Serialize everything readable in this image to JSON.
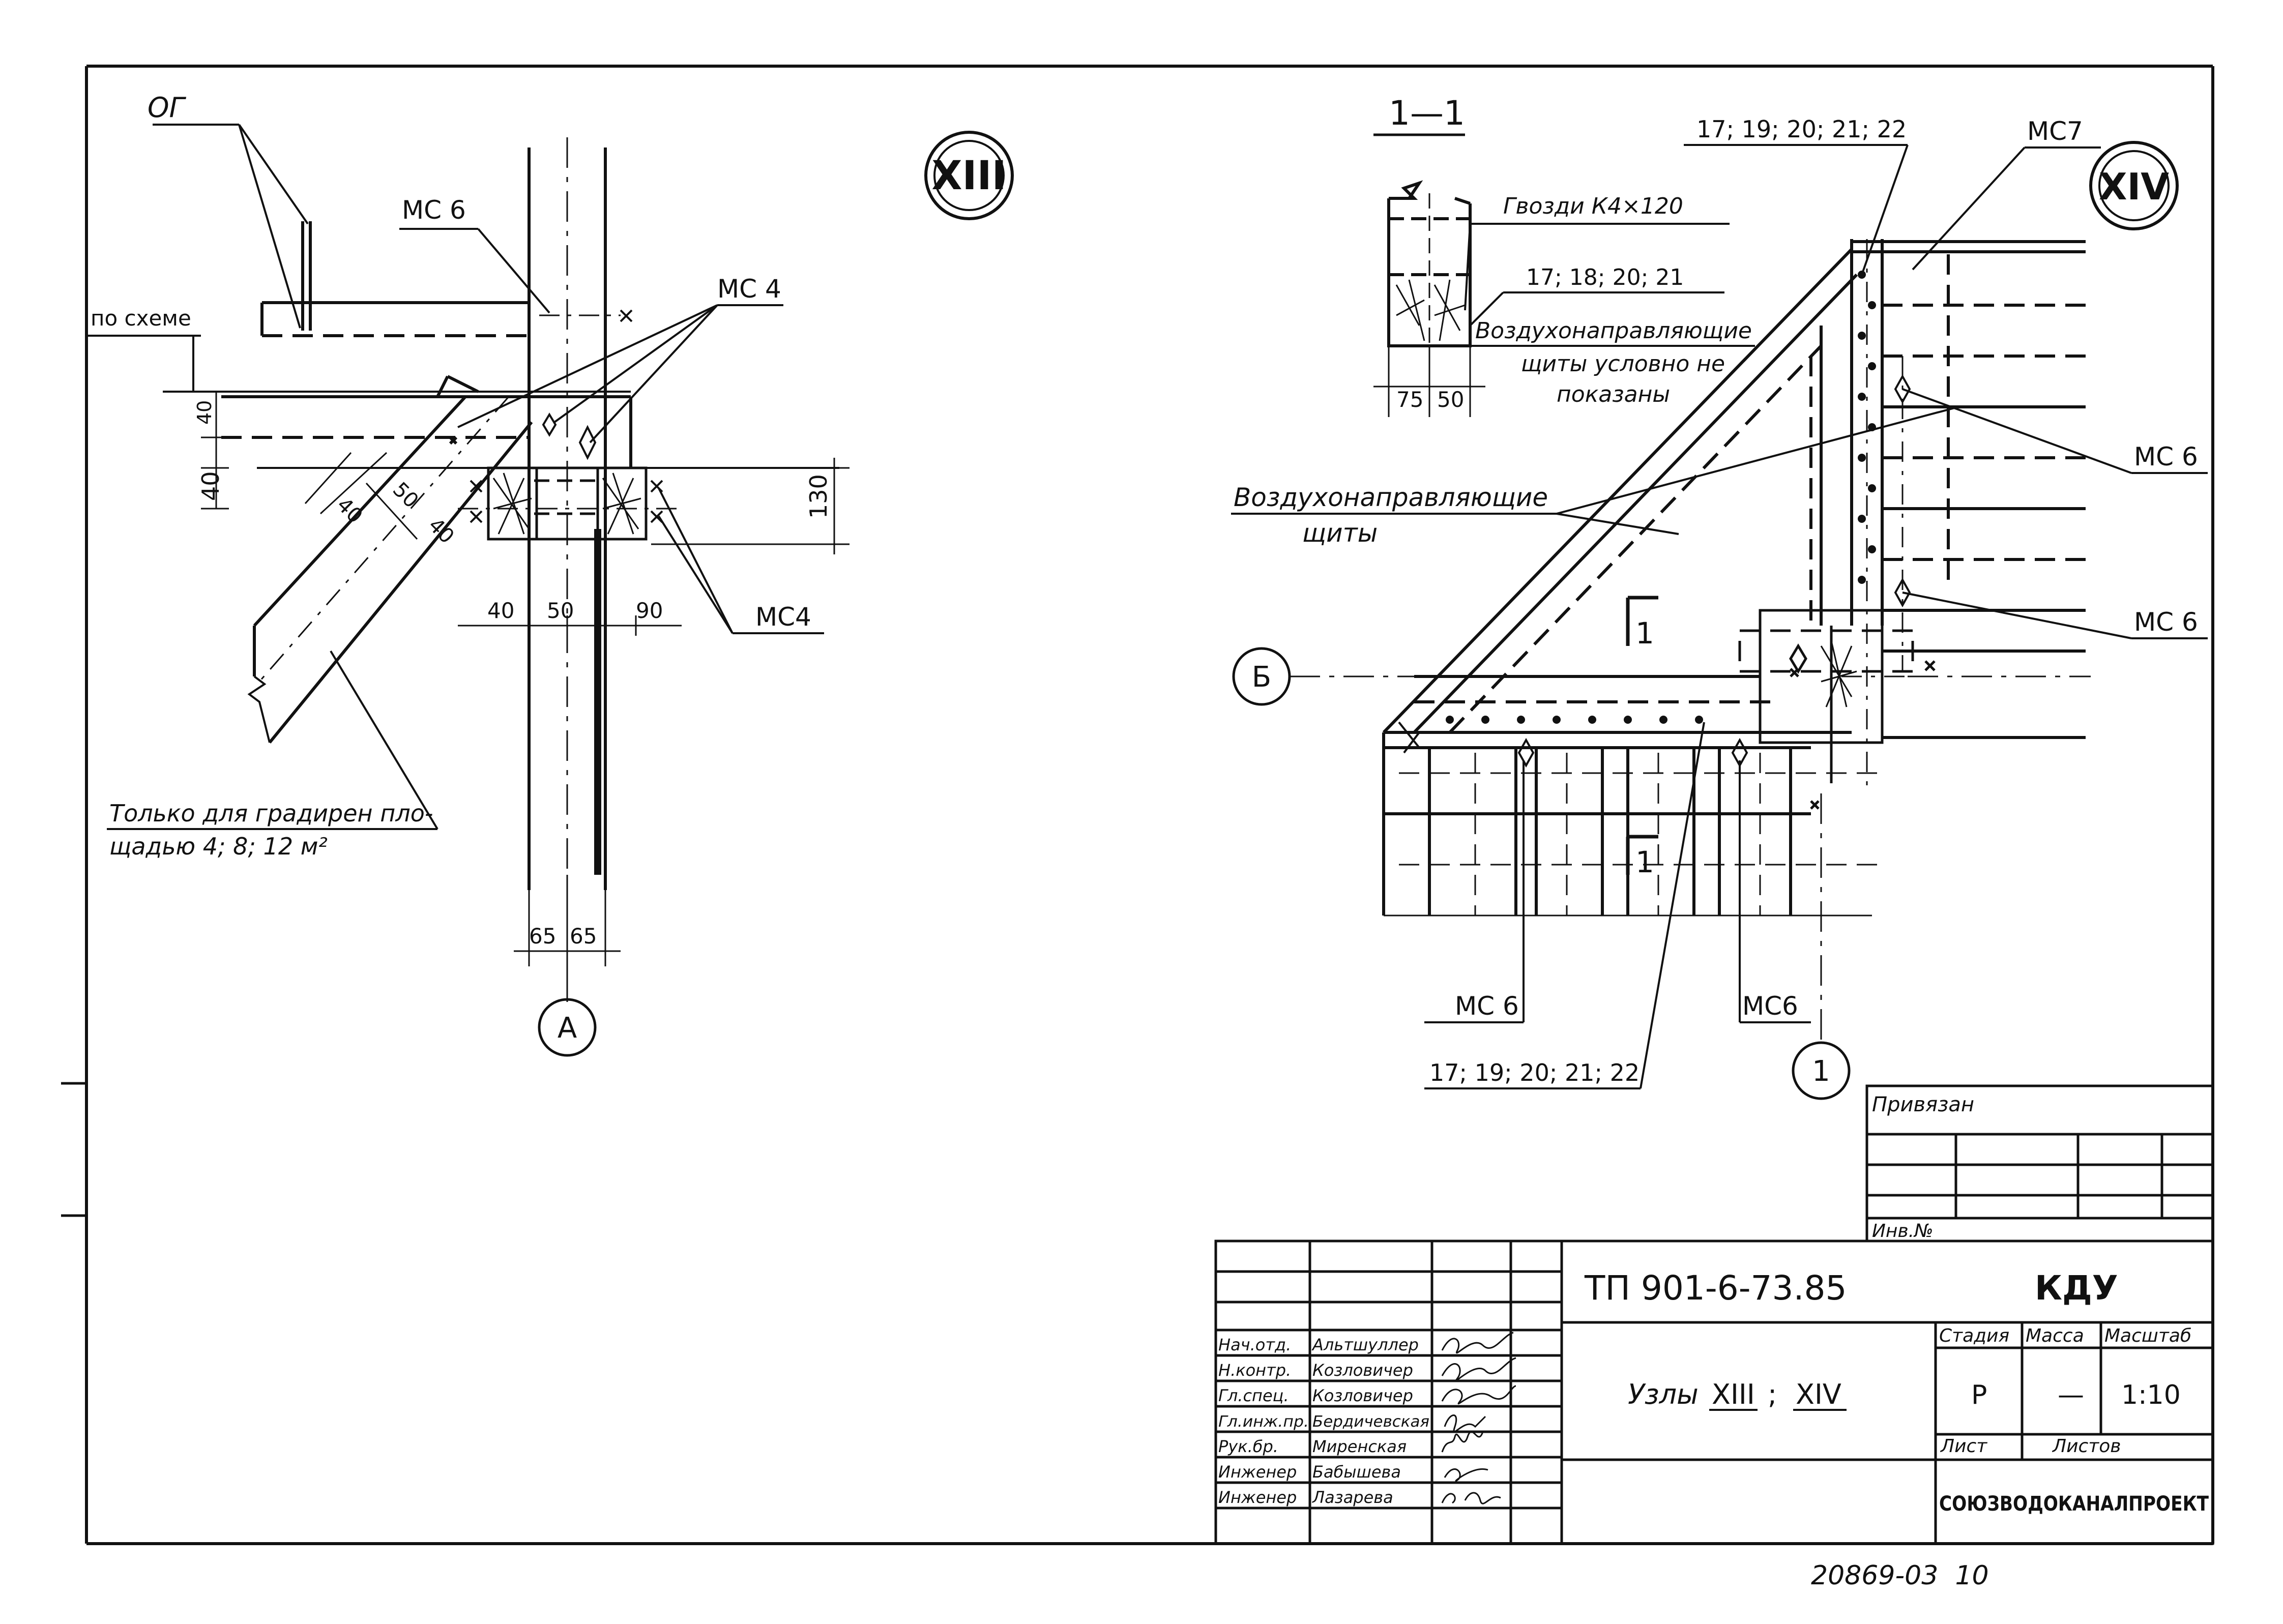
{
  "node_xiii": {
    "badge": "XIII",
    "label_og": "ОГ",
    "label_scheme": "по схеме",
    "label_ms6": "МС 6",
    "label_ms4_top": "МС 4",
    "label_ms4_bottom": "МС4",
    "dim_40_a": "40",
    "dim_40_b": "40",
    "dim_40_c": "40",
    "dim_50_a": "50",
    "dim_40_d": "40",
    "dim_130": "130",
    "dim_40_e": "40",
    "dim_50_b": "50",
    "dim_90": "90",
    "dim_65_a": "65",
    "dim_65_b": "65",
    "note_line1": "Только для градирен пло-",
    "note_line2": "щадью 4; 8; 12 м²",
    "axis": "А"
  },
  "section_1_1": {
    "title": "1—1",
    "nails": "Гвозди К4×120",
    "items_a": "17; 18; 20; 21",
    "note_line1": "Воздухонаправляющие",
    "note_line2": "щиты условно не",
    "note_line3": "показаны",
    "dim_75": "75",
    "dim_50": "50"
  },
  "node_xiv": {
    "badge": "XIV",
    "items_top": "17; 19; 20; 21; 22",
    "label_ms7": "МС7",
    "label_ms6_r1": "МС 6",
    "label_ms6_r2": "МС 6",
    "panels_line1": "Воздухонаправляющие",
    "panels_line2": "щиты",
    "axis_b": "Б",
    "cut_mark_top": "1",
    "cut_mark_bottom": "1",
    "label_ms6_bl": "МС 6",
    "label_ms6_br": "МС6",
    "items_bottom": "17; 19; 20; 21; 22",
    "axis_1": "1"
  },
  "title_block": {
    "privyazan": "Привязан",
    "inv_no": "Инв.№",
    "doc_code": "ТП 901-6-73.85",
    "doc_short": "КДУ",
    "subject_prefix": "Узлы",
    "subject_xiii": "XIII",
    "subject_sep": ";",
    "subject_xiv": "XIV",
    "h_stage": "Стадия",
    "h_mass": "Масса",
    "h_scale": "Масштаб",
    "v_stage": "Р",
    "v_mass": "—",
    "v_scale": "1:10",
    "h_sheet": "Лист",
    "h_sheets": "Листов",
    "org": "СОЮЗВОДОКАНАЛПРОЕКТ",
    "roles": [
      {
        "role": "Нач.отд.",
        "name": "Альтшуллер"
      },
      {
        "role": "Н.контр.",
        "name": "Козловичер"
      },
      {
        "role": "Гл.спец.",
        "name": "Козловичер"
      },
      {
        "role": "Гл.инж.пр.",
        "name": "Бердичевская"
      },
      {
        "role": "Рук.бр.",
        "name": "Миренская"
      },
      {
        "role": "Инженер",
        "name": "Бабышева"
      },
      {
        "role": "Инженер",
        "name": "Лазарева"
      }
    ]
  },
  "footer_number": "20869-03  10"
}
